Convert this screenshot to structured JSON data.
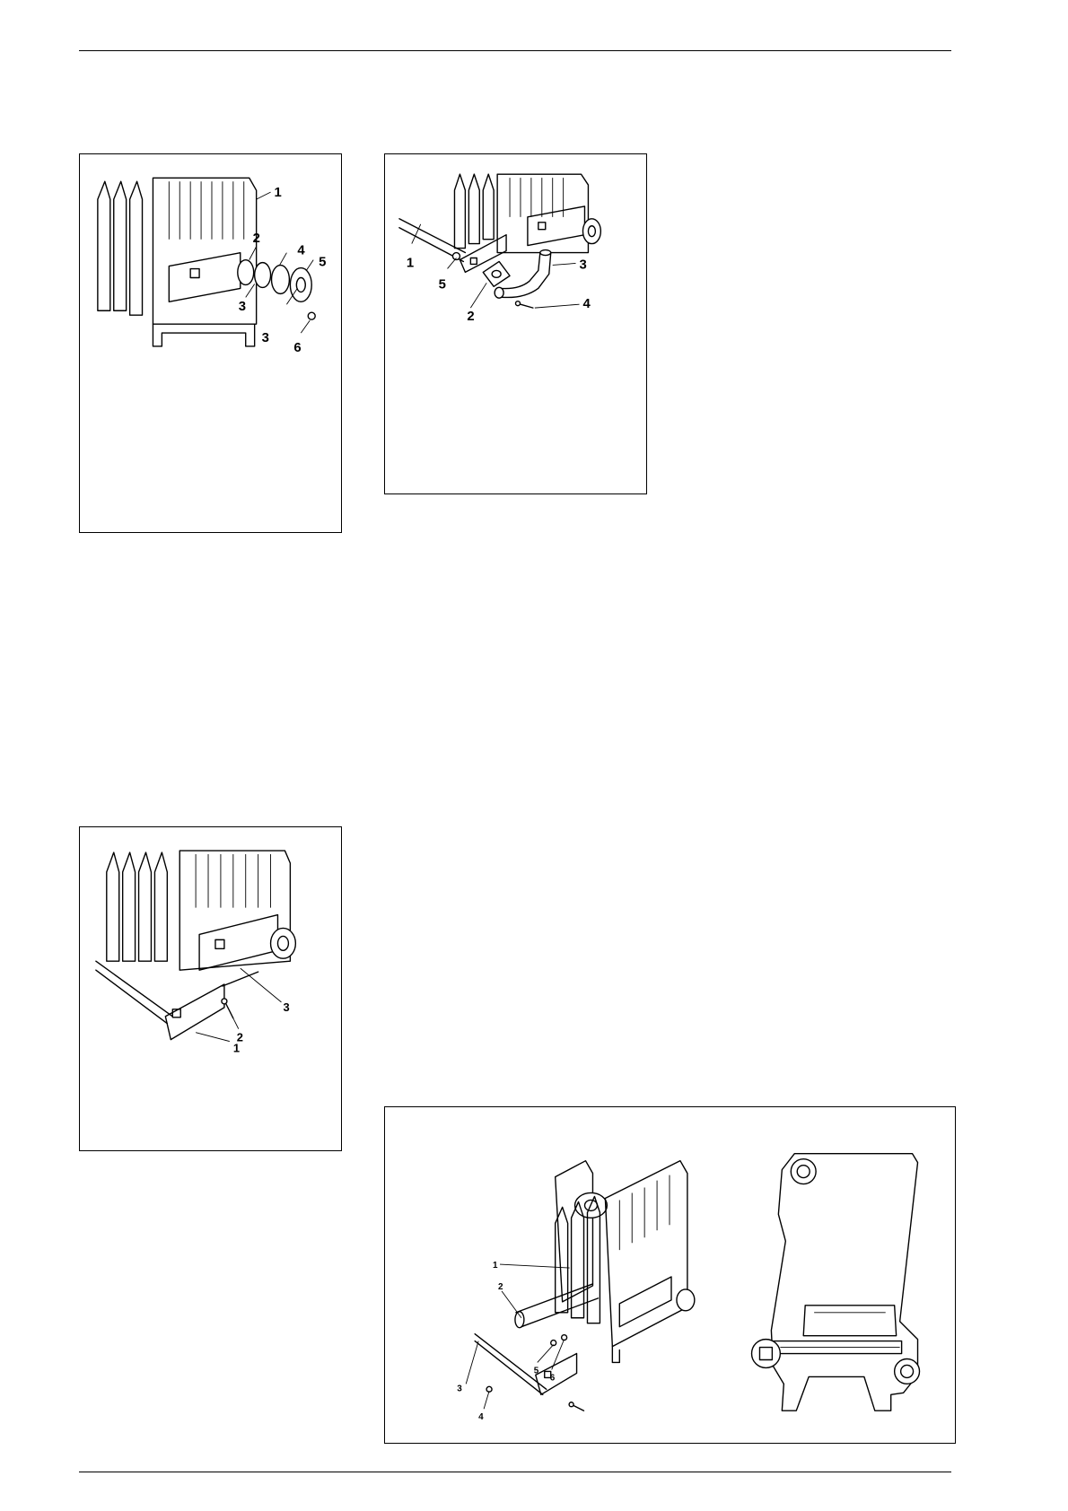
{
  "figures": [
    {
      "id": "fig-a",
      "callouts": [
        "1",
        "2",
        "3",
        "3",
        "4",
        "5",
        "6"
      ]
    },
    {
      "id": "fig-b",
      "callouts": [
        "1",
        "5",
        "2",
        "3",
        "4"
      ]
    },
    {
      "id": "fig-c",
      "callouts": [
        "3",
        "2",
        "1"
      ]
    },
    {
      "id": "fig-d",
      "callouts": [
        "1",
        "2",
        "3",
        "4",
        "5",
        "6"
      ]
    }
  ]
}
